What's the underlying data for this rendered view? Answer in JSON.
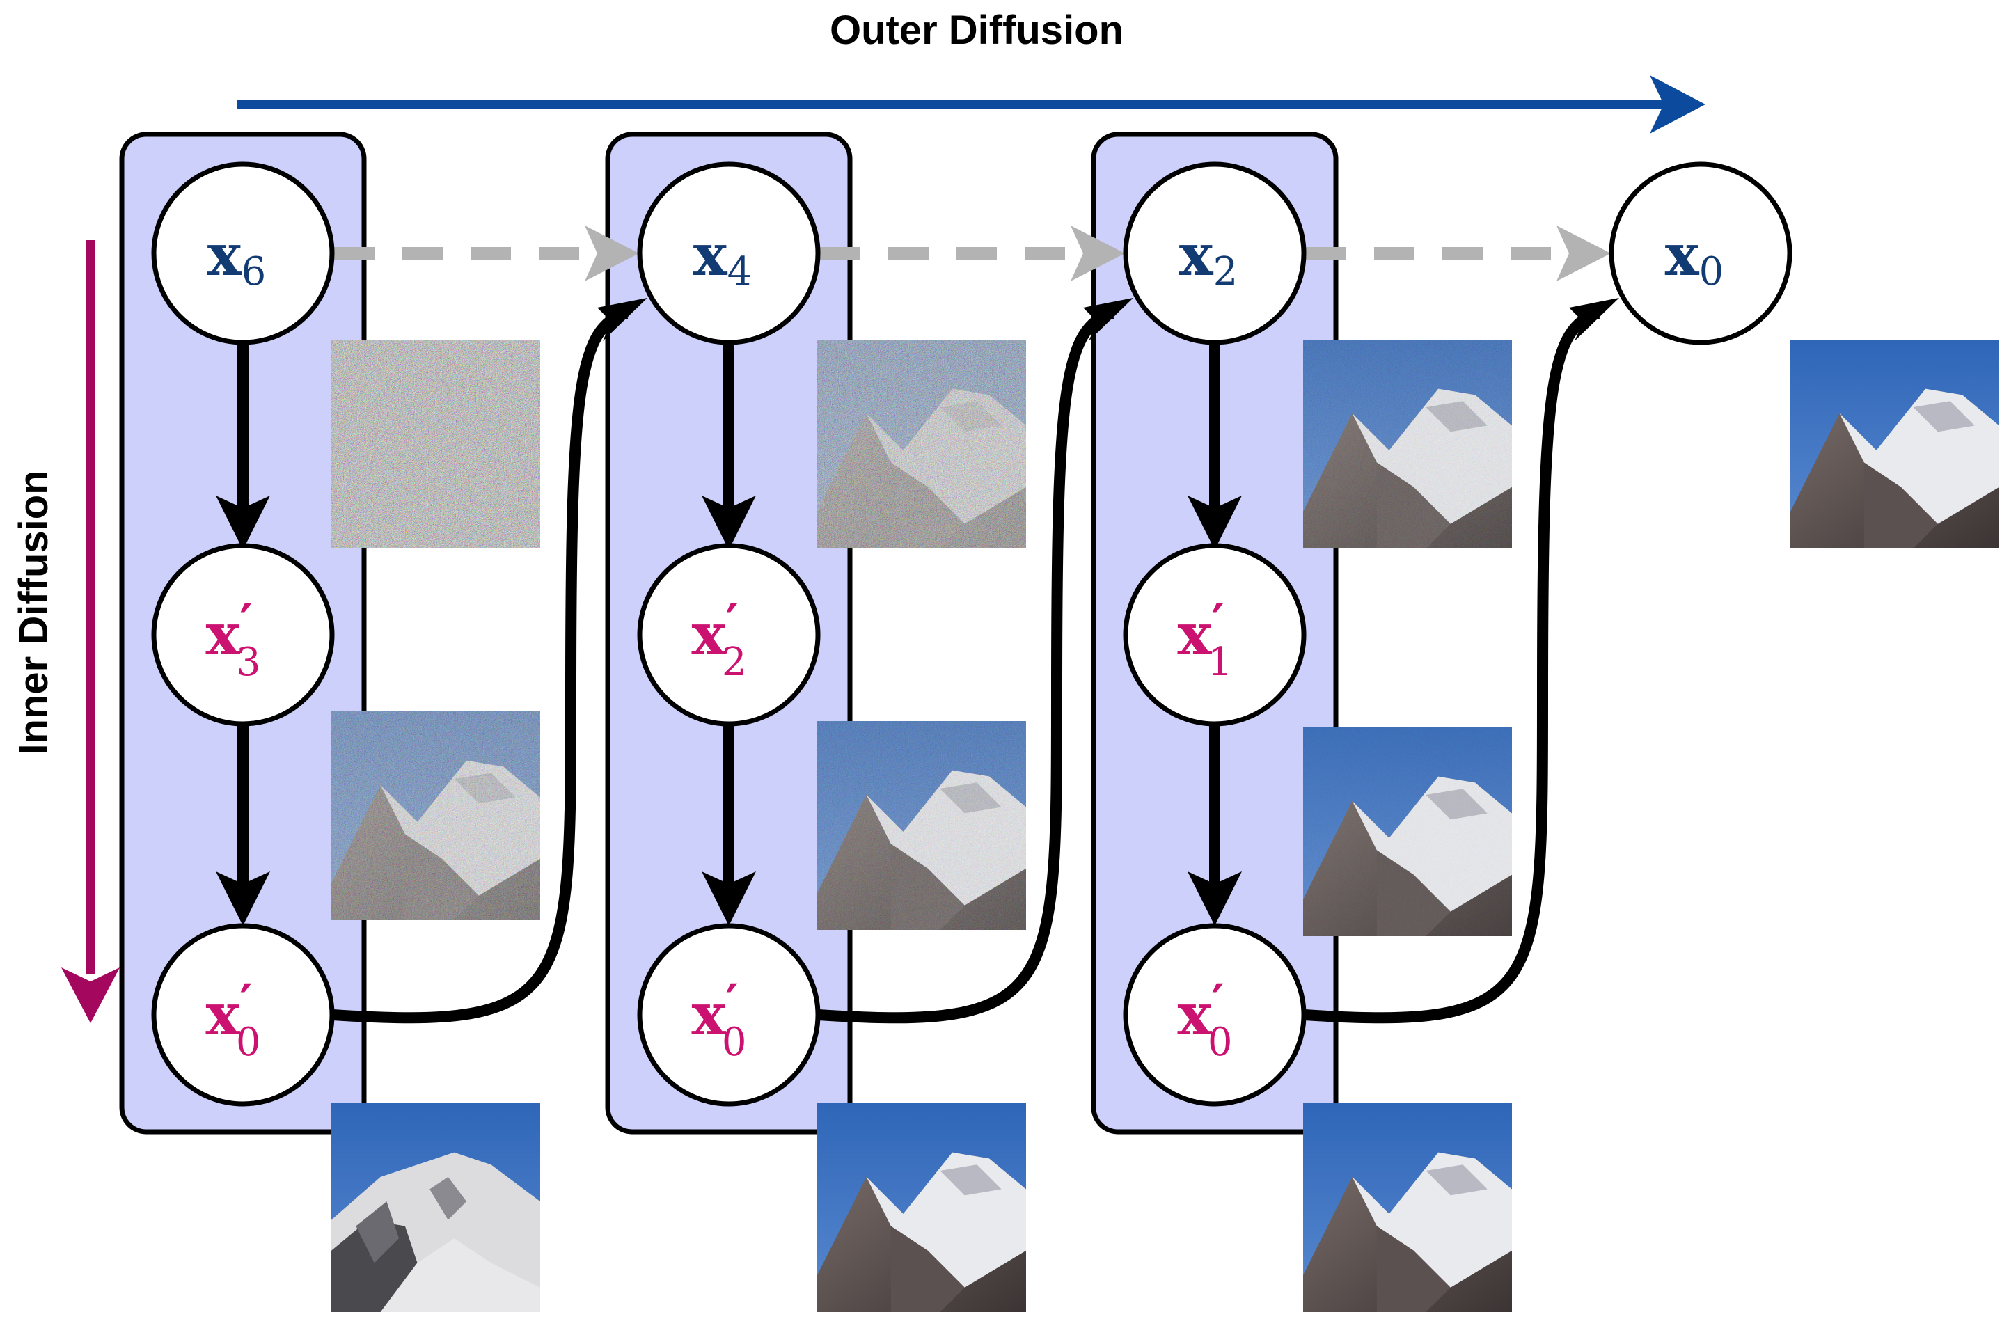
{
  "labels": {
    "outer": "Outer Diffusion",
    "inner": "Inner Diffusion"
  },
  "colors": {
    "outer_arrow": "#0b4a9c",
    "inner_arrow": "#a3085e",
    "outer_node_text": "#123a73",
    "inner_node_text": "#cc1270",
    "group_fill": "#cdd0fb",
    "dashed_arrow": "#b3b3b3",
    "stroke": "#000000"
  },
  "nodes": {
    "x6": {
      "sym": "x",
      "sub": "6",
      "prime": ""
    },
    "x4": {
      "sym": "x",
      "sub": "4",
      "prime": ""
    },
    "x2": {
      "sym": "x",
      "sub": "2",
      "prime": ""
    },
    "x0": {
      "sym": "x",
      "sub": "0",
      "prime": ""
    },
    "x3p": {
      "sym": "x",
      "sub": "3",
      "prime": "′"
    },
    "x2p": {
      "sym": "x",
      "sub": "2",
      "prime": "′"
    },
    "x1p": {
      "sym": "x",
      "sub": "1",
      "prime": "′"
    },
    "x0p_a": {
      "sym": "x",
      "sub": "0",
      "prime": "′"
    },
    "x0p_b": {
      "sym": "x",
      "sub": "0",
      "prime": "′"
    },
    "x0p_c": {
      "sym": "x",
      "sub": "0",
      "prime": "′"
    }
  },
  "thumbnails": {
    "noise_levels": [
      1.0,
      0.55,
      0.0,
      0.75,
      0.3,
      0.0,
      0.2,
      0.1,
      0.0,
      0.0
    ]
  }
}
